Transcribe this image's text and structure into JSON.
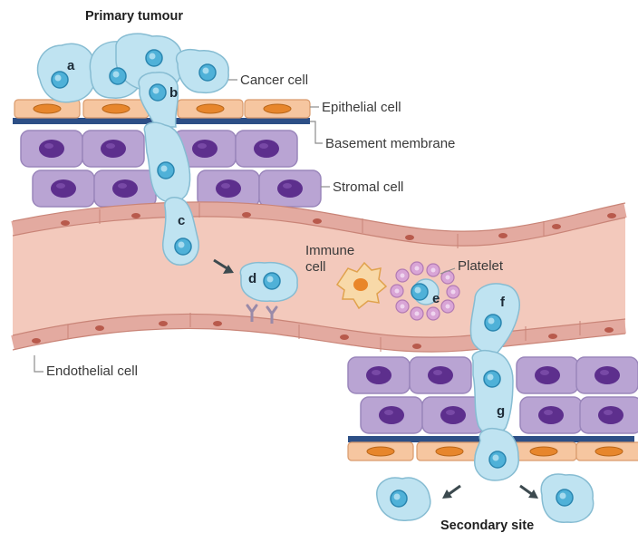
{
  "title_top": "Primary tumour",
  "title_bottom": "Secondary site",
  "labels": {
    "cancer_cell": "Cancer cell",
    "epithelial_cell": "Epithelial cell",
    "basement_membrane": "Basement membrane",
    "stromal_cell": "Stromal cell",
    "immune_cell_line1": "Immune",
    "immune_cell_line2": "cell",
    "platelet": "Platelet",
    "endothelial_cell": "Endothelial cell"
  },
  "steps": [
    "a",
    "b",
    "c",
    "d",
    "e",
    "f",
    "g"
  ],
  "icons": [
    "cancer-cell-icon",
    "epithelial-cell-icon",
    "stromal-cell-icon",
    "endothelial-cell-icon",
    "immune-cell-icon",
    "platelet-icon",
    "receptor-icon",
    "arrow-icon"
  ],
  "colors": {
    "cancer_cell_fill": "#bfe3f1",
    "cancer_nucleus": "#4fb1d8",
    "stromal_fill": "#b9a4d3",
    "stromal_nucleus": "#5d2f8d",
    "epithelial_fill": "#f6c6a0",
    "epithelial_nucleus": "#e7862c",
    "basement_membrane": "#2d4f86",
    "vessel_wall": "#e3aaa0",
    "vessel_lumen": "#f3c9bc",
    "immune_cell": "#f3b25c",
    "platelet": "#d9a5d6"
  }
}
